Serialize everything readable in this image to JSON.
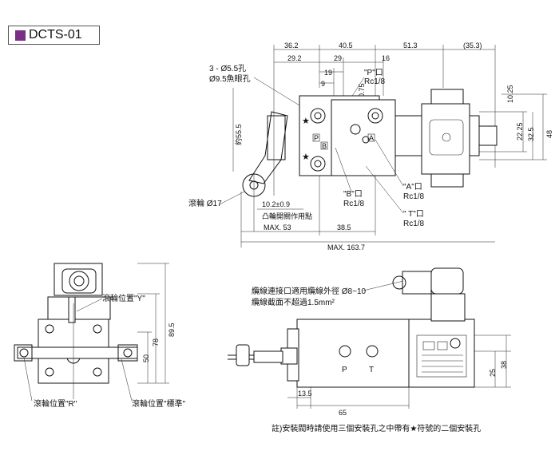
{
  "title_box": {
    "label": "DCTS-01",
    "marker_color": "#7a2e86"
  },
  "top_view": {
    "dims_top": [
      "36.2",
      "40.5",
      "51.3",
      "(35.3)",
      "29.2",
      "29",
      "16",
      "19",
      "9"
    ],
    "hole_label": "3 - Ø5.5孔",
    "counterbore_label": "Ø9.5魚眼孔",
    "p_port": "\"P\"口",
    "p_port_size": "Rc1/8",
    "dim_075": "0.75",
    "dims_right": [
      "10.25",
      "22.25",
      "32.5",
      "48"
    ],
    "dim_left": "約55.5",
    "star": "★",
    "port_letters": [
      "P",
      "B",
      "A"
    ],
    "b_port": "\"B\"口",
    "b_port_size": "Rc1/8",
    "a_port": "\"A\"口",
    "a_port_size": "Rc1/8",
    "t_port": "\" T\"口",
    "t_port_size": "Rc1/8",
    "roller_label": "滾輪 Ø17",
    "dim_10": "10.2±0.9",
    "cam_label": "凸輪開關作用點",
    "max53": "MAX. 53",
    "dim_385": "38.5",
    "max1637": "MAX. 163.7"
  },
  "left_view": {
    "roller_y": "滾輪位置\"Y\"",
    "dims": [
      "89.5",
      "78",
      "50"
    ],
    "roller_r": "滾輪位置\"R\"",
    "roller_std": "滾輪位置\"標準\""
  },
  "side_view": {
    "note_line1": "纜線連接口適用纜線外徑 Ø8~10",
    "note_line2": "纜線截面不超過1.5mm²",
    "port_p": "P",
    "port_t": "T",
    "dims": [
      "25",
      "38",
      "13.5",
      "65"
    ]
  },
  "footnote": "註)安裝閥時請使用三個安裝孔之中帶有★符號的二個安裝孔"
}
